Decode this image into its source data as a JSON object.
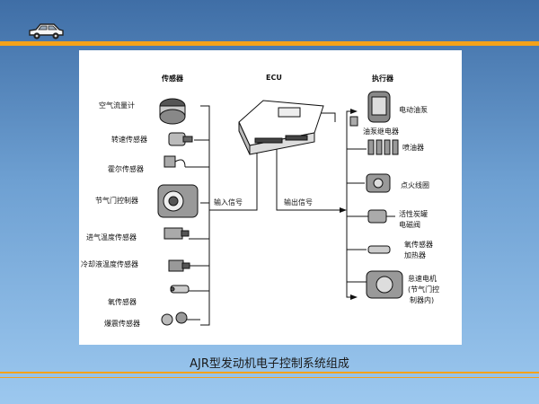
{
  "headers": {
    "sensors": "传感器",
    "ecu": "ECU",
    "actuators": "执行器"
  },
  "sensors": [
    "空气流量计",
    "转速传感器",
    "霍尔传感器",
    "节气门控制器",
    "进气温度传感器",
    "冷却液温度传感器",
    "氧传感器",
    "爆震传感器"
  ],
  "signals": {
    "input": "输入信号",
    "output": "输出信号"
  },
  "actuators": {
    "fuel_pump": "电动油泵",
    "pump_relay": "油泵继电器",
    "injector": "喷油器",
    "ignition_coil": "点火线圈",
    "canister_line1": "活性炭罐",
    "canister_line2": "电磁阀",
    "o2heater_line1": "氧传感器",
    "o2heater_line2": "加热器",
    "idle_line1": "怠速电机",
    "idle_line2": "(节气门控",
    "idle_line3": "制器内)"
  },
  "caption": "AJR型发动机电子控制系统组成",
  "colors": {
    "accent": "#f4a21a",
    "background_top": "#3f6ea6",
    "background_bottom": "#9cc8ef"
  }
}
